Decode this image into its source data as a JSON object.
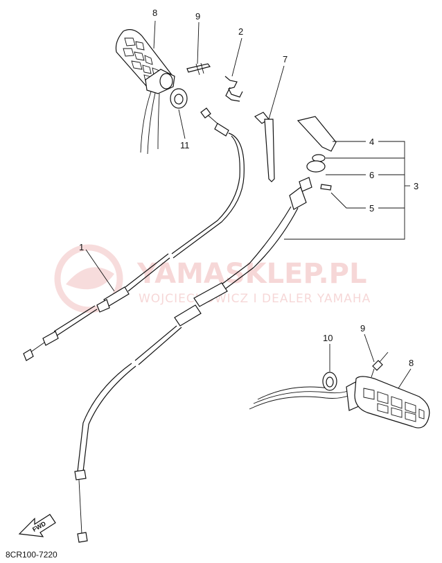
{
  "callouts": {
    "c1": "1",
    "c2": "2",
    "c3": "3",
    "c4": "4",
    "c5": "5",
    "c6": "6",
    "c7": "7",
    "c8_top": "8",
    "c9_top": "9",
    "c11": "11",
    "c10": "10",
    "c9_bottom": "9",
    "c8_bottom": "8"
  },
  "watermark": {
    "title": "YAMASKLEP.PL",
    "subtitle": "WOJCIECHOWICZ I DEALER YAMAHA"
  },
  "fwd_label": "FWD",
  "diagram_code": "8CR100-7220"
}
